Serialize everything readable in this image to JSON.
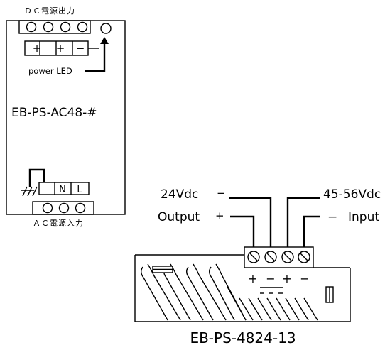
{
  "unit_a": {
    "top_label": "ＤＣ電源出力",
    "indicator_label": "power  LED",
    "model": "EB-PS-AC48-#",
    "terminal_symbols": [
      "+",
      "+",
      "−"
    ],
    "input_terminals": [
      "N",
      "L"
    ],
    "bottom_label": "ＡＣ電源入力"
  },
  "unit_b": {
    "output_voltage": "24Vdc",
    "output_label": "Output",
    "output_signs": [
      "−",
      "+"
    ],
    "input_voltage": "45-56Vdc",
    "input_label": "Input",
    "input_signs": [
      "−"
    ],
    "polarity_marks": [
      "+",
      "−",
      "+",
      "−"
    ],
    "model": "EB-PS-4824-13"
  }
}
